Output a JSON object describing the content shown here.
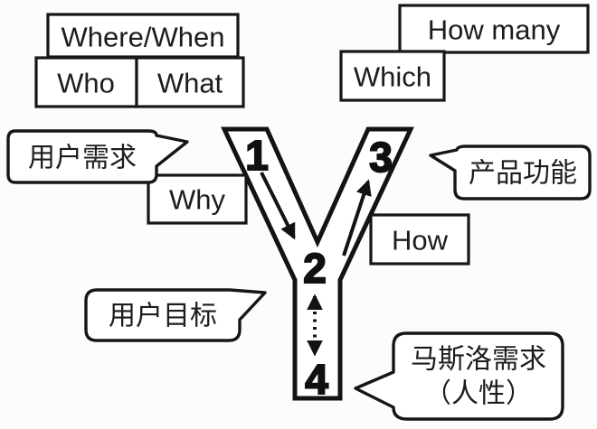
{
  "diagram": {
    "kind": "Y-model product design diagram",
    "colors": {
      "ink": "#161616",
      "paper": "#ffffff",
      "background": "#fcfcfc"
    }
  },
  "boxes": {
    "where_when": "Where/When",
    "who": "Who",
    "what": "What",
    "how_many": "How many",
    "which": "Which",
    "why": "Why",
    "how": "How"
  },
  "bubbles": {
    "user_needs": "用户需求",
    "product_features": "产品功能",
    "user_goals": "用户目标",
    "maslow_line1": "马斯洛需求",
    "maslow_line2": "（人性）"
  },
  "nodes": {
    "n1": "1",
    "n2": "2",
    "n3": "3",
    "n4": "4"
  }
}
